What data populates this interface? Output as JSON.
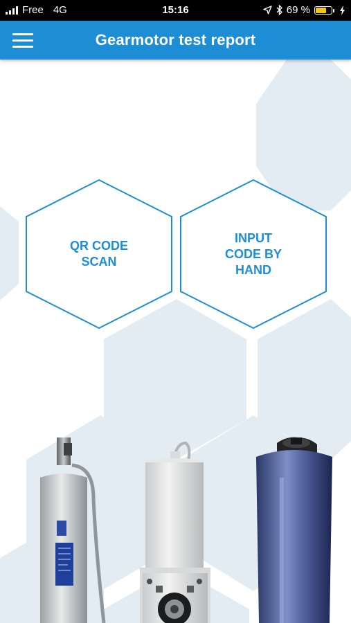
{
  "status_bar": {
    "carrier": "Free",
    "network": "4G",
    "time": "15:16",
    "battery": "69 %",
    "battery_level": 0.69,
    "icons": [
      "signal-icon",
      "location-icon",
      "bluetooth-icon",
      "battery-icon",
      "charging-icon"
    ]
  },
  "app_bar": {
    "title": "Gearmotor test report",
    "menu_icon": "hamburger-menu-icon"
  },
  "actions": {
    "qr_scan_label": "QR CODE\nSCAN",
    "manual_input_label": "INPUT\nCODE BY\nHAND"
  },
  "colors": {
    "primary": "#1d8ed6",
    "hex_background": "#e3ebf3",
    "status_bar": "#000000",
    "battery": "#f7c51a"
  }
}
